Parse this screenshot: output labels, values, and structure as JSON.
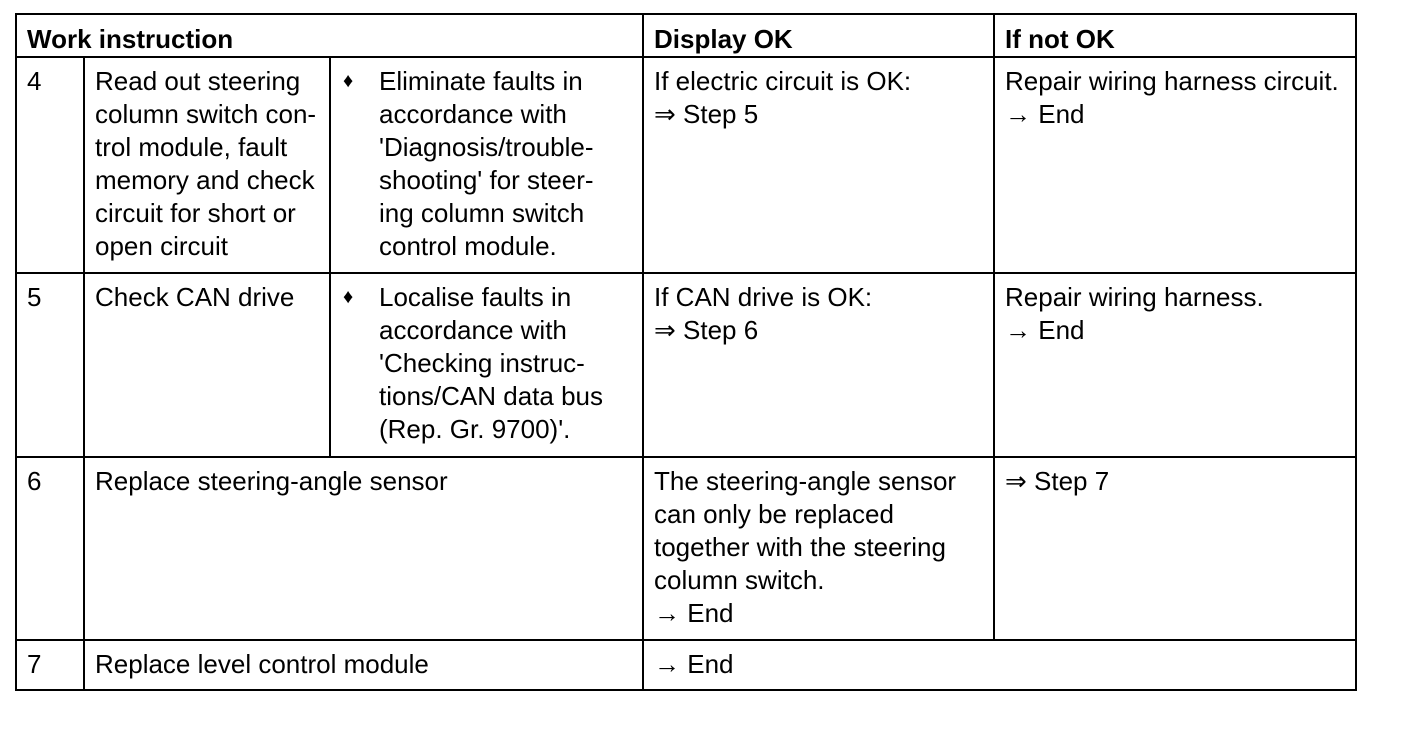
{
  "header": {
    "work_instruction": "Work instruction",
    "display_ok": "Display OK",
    "if_not_ok": "If not OK"
  },
  "rows": [
    {
      "step": "4",
      "instruction": "Read out steering\ncolumn switch con-\ntrol module, fault\nmemory and check\ncircuit for short or\nopen circuit",
      "bullet_symbol": "♦",
      "detail": "Eliminate faults in\naccordance with\n'Diagnosis/trouble-\nshooting' for steer-\ning column switch\ncontrol module.",
      "display_ok": "If electric circuit is OK:\n⇒ Step 5",
      "if_not_ok": "Repair wiring harness circuit.\n→ End"
    },
    {
      "step": "5",
      "instruction": "Check CAN drive",
      "bullet_symbol": "♦",
      "detail": "Localise faults in\naccordance with\n'Checking instruc-\ntions/CAN data bus\n(Rep. Gr. 9700)'.",
      "display_ok": "If CAN drive is OK:\n⇒ Step 6",
      "if_not_ok": "Repair wiring harness.\n→ End"
    },
    {
      "step": "6",
      "instruction": "Replace steering-angle sensor",
      "display_ok": "The steering-angle sensor\ncan only be replaced\ntogether with the steering\ncolumn switch.\n→ End",
      "if_not_ok": "⇒ Step 7"
    },
    {
      "step": "7",
      "instruction": "Replace level control module",
      "display_ok": "→ End"
    }
  ]
}
